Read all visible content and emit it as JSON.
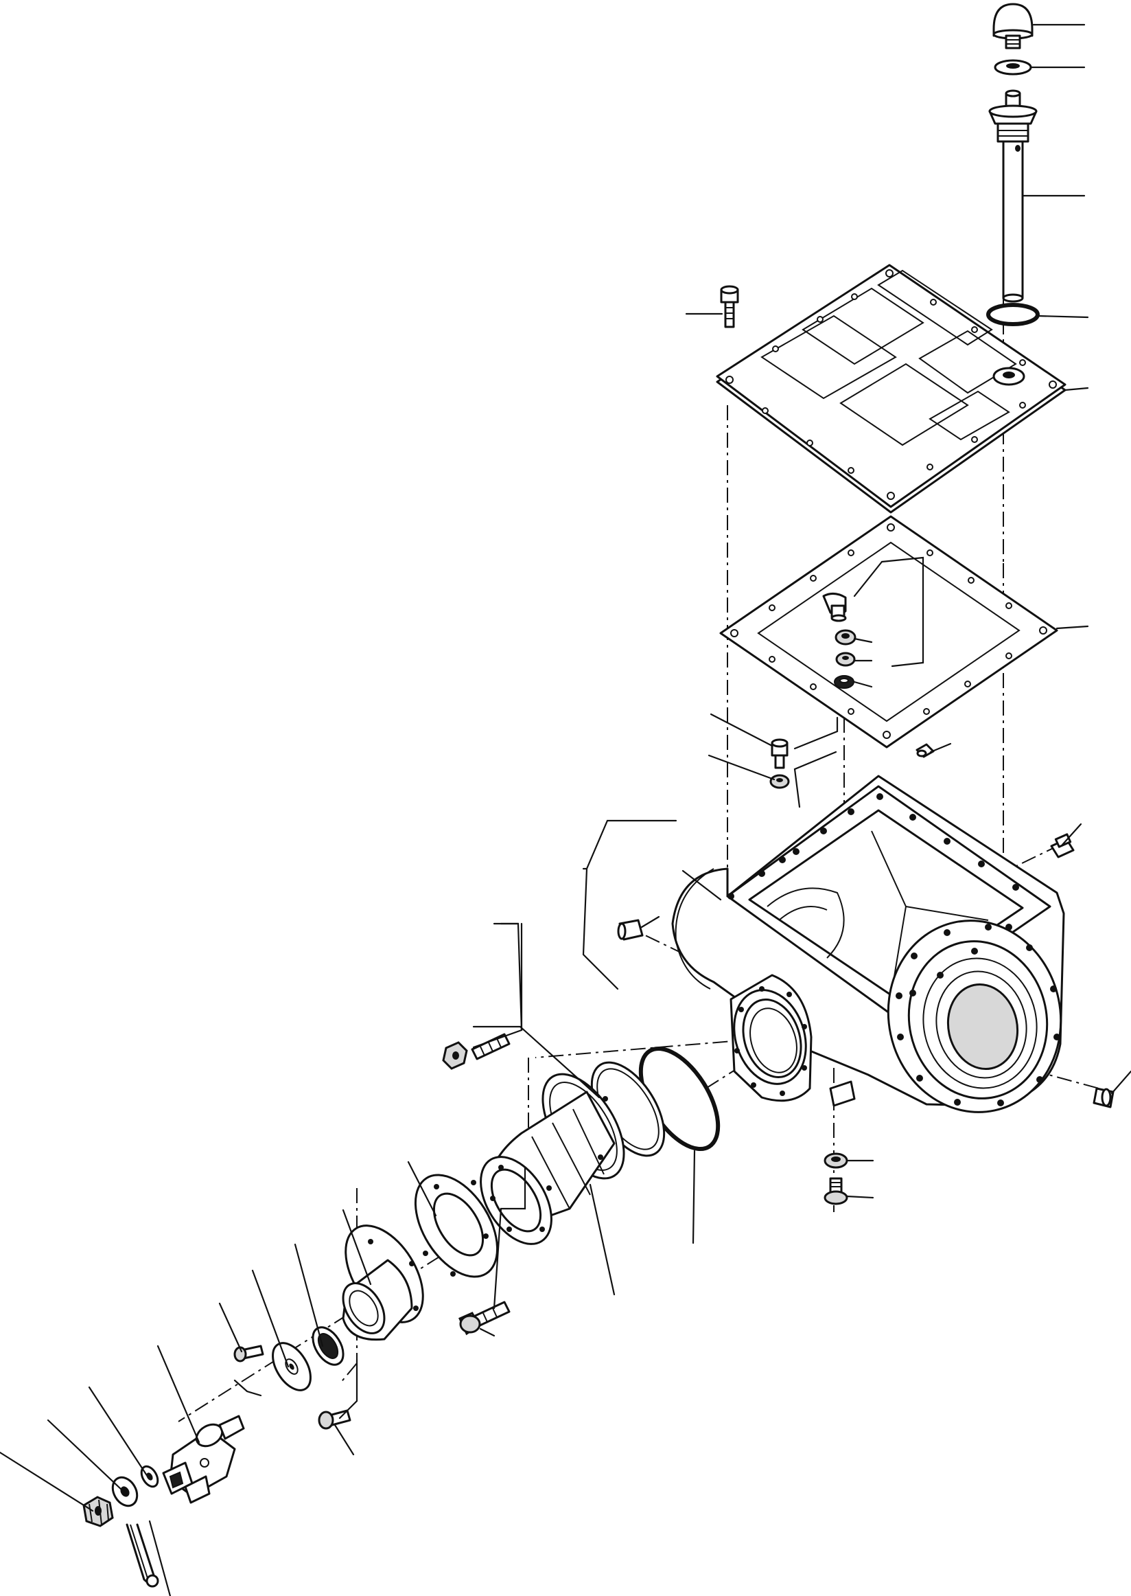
{
  "figure": {
    "kind": "exploded parts view",
    "labels_printed": false,
    "background": "#ffffff",
    "ink": "#111111"
  },
  "parts": [
    {
      "name": "breather-cap"
    },
    {
      "name": "breather-washer"
    },
    {
      "name": "dipstick-tube"
    },
    {
      "name": "tube-o-ring"
    },
    {
      "name": "top-cover-plate"
    },
    {
      "name": "cover-gasket"
    },
    {
      "name": "elbow-fitting"
    },
    {
      "name": "fitting-nut"
    },
    {
      "name": "fitting-washer"
    },
    {
      "name": "fitting-seal"
    },
    {
      "name": "cover-bolt"
    },
    {
      "name": "housing-bolt"
    },
    {
      "name": "housing-washer"
    },
    {
      "name": "dowel-pin-top"
    },
    {
      "name": "gearbox-housing"
    },
    {
      "name": "dowel-pin-side"
    },
    {
      "name": "plug-right"
    },
    {
      "name": "plug-front"
    },
    {
      "name": "drain-washer"
    },
    {
      "name": "drain-plug"
    },
    {
      "name": "housing-o-ring"
    },
    {
      "name": "shim-ring"
    },
    {
      "name": "bearing-carrier"
    },
    {
      "name": "carrier-stud"
    },
    {
      "name": "carrier-nut"
    },
    {
      "name": "carrier-bolt"
    },
    {
      "name": "carrier-gasket"
    },
    {
      "name": "seal-retainer"
    },
    {
      "name": "oil-seal"
    },
    {
      "name": "thrust-washer"
    },
    {
      "name": "retainer-bolt-upper"
    },
    {
      "name": "retainer-bolt-lower"
    },
    {
      "name": "yoke-flange"
    },
    {
      "name": "spacer-washer"
    },
    {
      "name": "flat-washer"
    },
    {
      "name": "castle-nut"
    },
    {
      "name": "cotter-pin"
    }
  ]
}
